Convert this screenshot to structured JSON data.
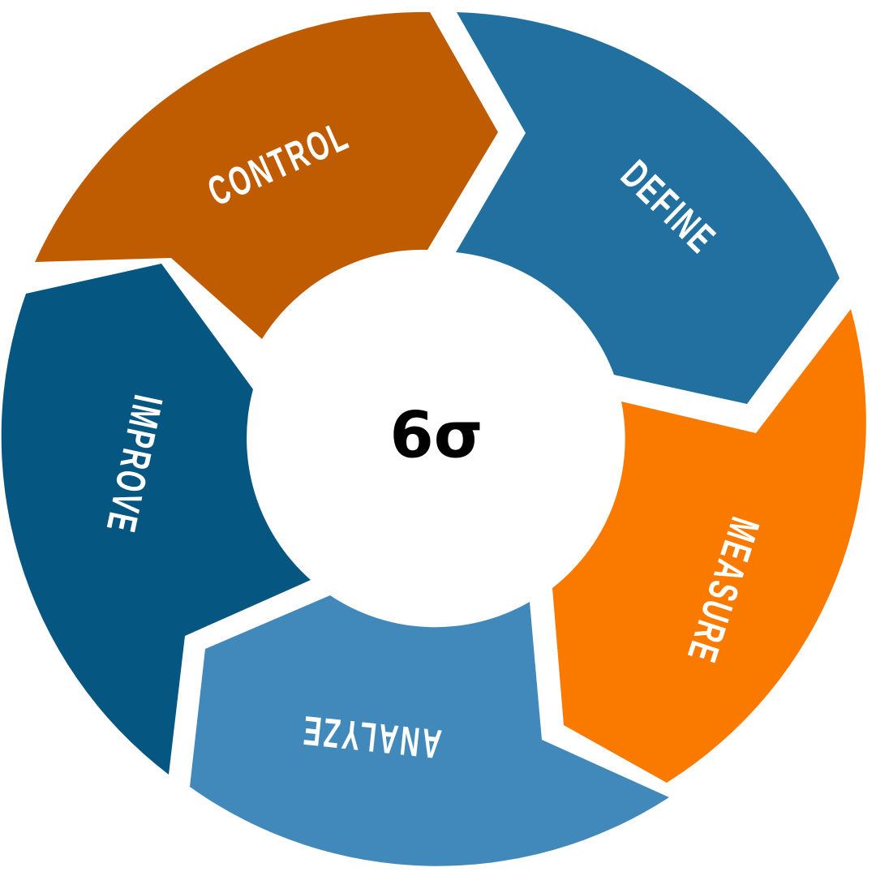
{
  "diagram": {
    "center_label": "6σ",
    "segments": [
      {
        "label": "CONTROL",
        "color": "#BF5B00"
      },
      {
        "label": "DEFINE",
        "color": "#2170A0"
      },
      {
        "label": "MEASURE",
        "color": "#FA7A00"
      },
      {
        "label": "ANALYZE",
        "color": "#4289BB"
      },
      {
        "label": "IMPROVE",
        "color": "#065682"
      }
    ]
  }
}
